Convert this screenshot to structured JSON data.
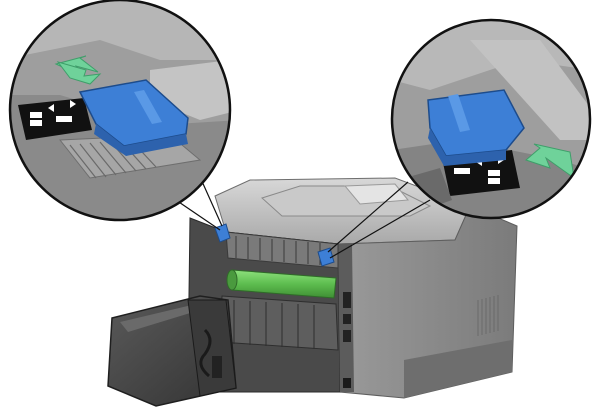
{
  "figure": {
    "type": "printer-illustration",
    "subject": "fuser-lever-release",
    "callout_count": 2,
    "colors": {
      "lever_blue": "#3d7fd6",
      "lever_blue_dark": "#2d62ad",
      "arrow_green": "#6fd29a",
      "roller_green": "#67c85a",
      "body_gray": "#8a8a8a",
      "dark_gray": "#3f3f3f",
      "black": "#111111"
    }
  }
}
